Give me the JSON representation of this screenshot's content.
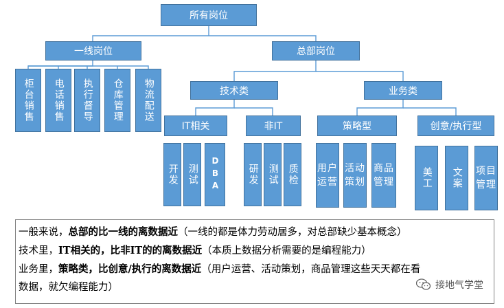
{
  "org_chart": {
    "root": "所有岗位",
    "frontline": {
      "label": "一线岗位",
      "roles": [
        "柜台销售",
        "电话销售",
        "执行督导",
        "仓库管理",
        "物流配送"
      ]
    },
    "hq": {
      "label": "总部岗位",
      "tech": {
        "label": "技术类",
        "it": {
          "label": "IT相关",
          "roles": [
            "开发",
            "测试",
            "DBA"
          ]
        },
        "non_it": {
          "label": "非IT",
          "roles": [
            "研发",
            "测试",
            "质检"
          ]
        }
      },
      "business": {
        "label": "业务类",
        "strategy": {
          "label": "策略型",
          "roles": [
            "用户运营",
            "活动策划",
            "商品管理"
          ]
        },
        "creative": {
          "label": "创意/执行型",
          "roles": [
            "美工",
            "文案",
            "项目管理"
          ]
        }
      }
    }
  },
  "notes": {
    "line1": {
      "a": "一般来说，",
      "b": "总部的比一线的离数据近",
      "c": "（一线的都是体力劳动居多，对总部缺少基本概念）"
    },
    "line2": {
      "a": "技术里，",
      "b": "IT相关的，比非IT的的离数据近",
      "c": "（本质上数据分析需要的是编程能力）"
    },
    "line3": {
      "a": "业务里，",
      "b": "策略类，比创意/执行的离数据近",
      "c": "（用户运营、活动策划，商品管理这些天天都在看"
    },
    "line4": {
      "a": "数据，就欠编程能力）"
    }
  },
  "watermark": {
    "text": "接地气学堂",
    "icon": "wechat-icon"
  },
  "colors": {
    "box_fill": "#5B9BD5",
    "box_border": "#41719C",
    "line": "#5B9BD5"
  }
}
